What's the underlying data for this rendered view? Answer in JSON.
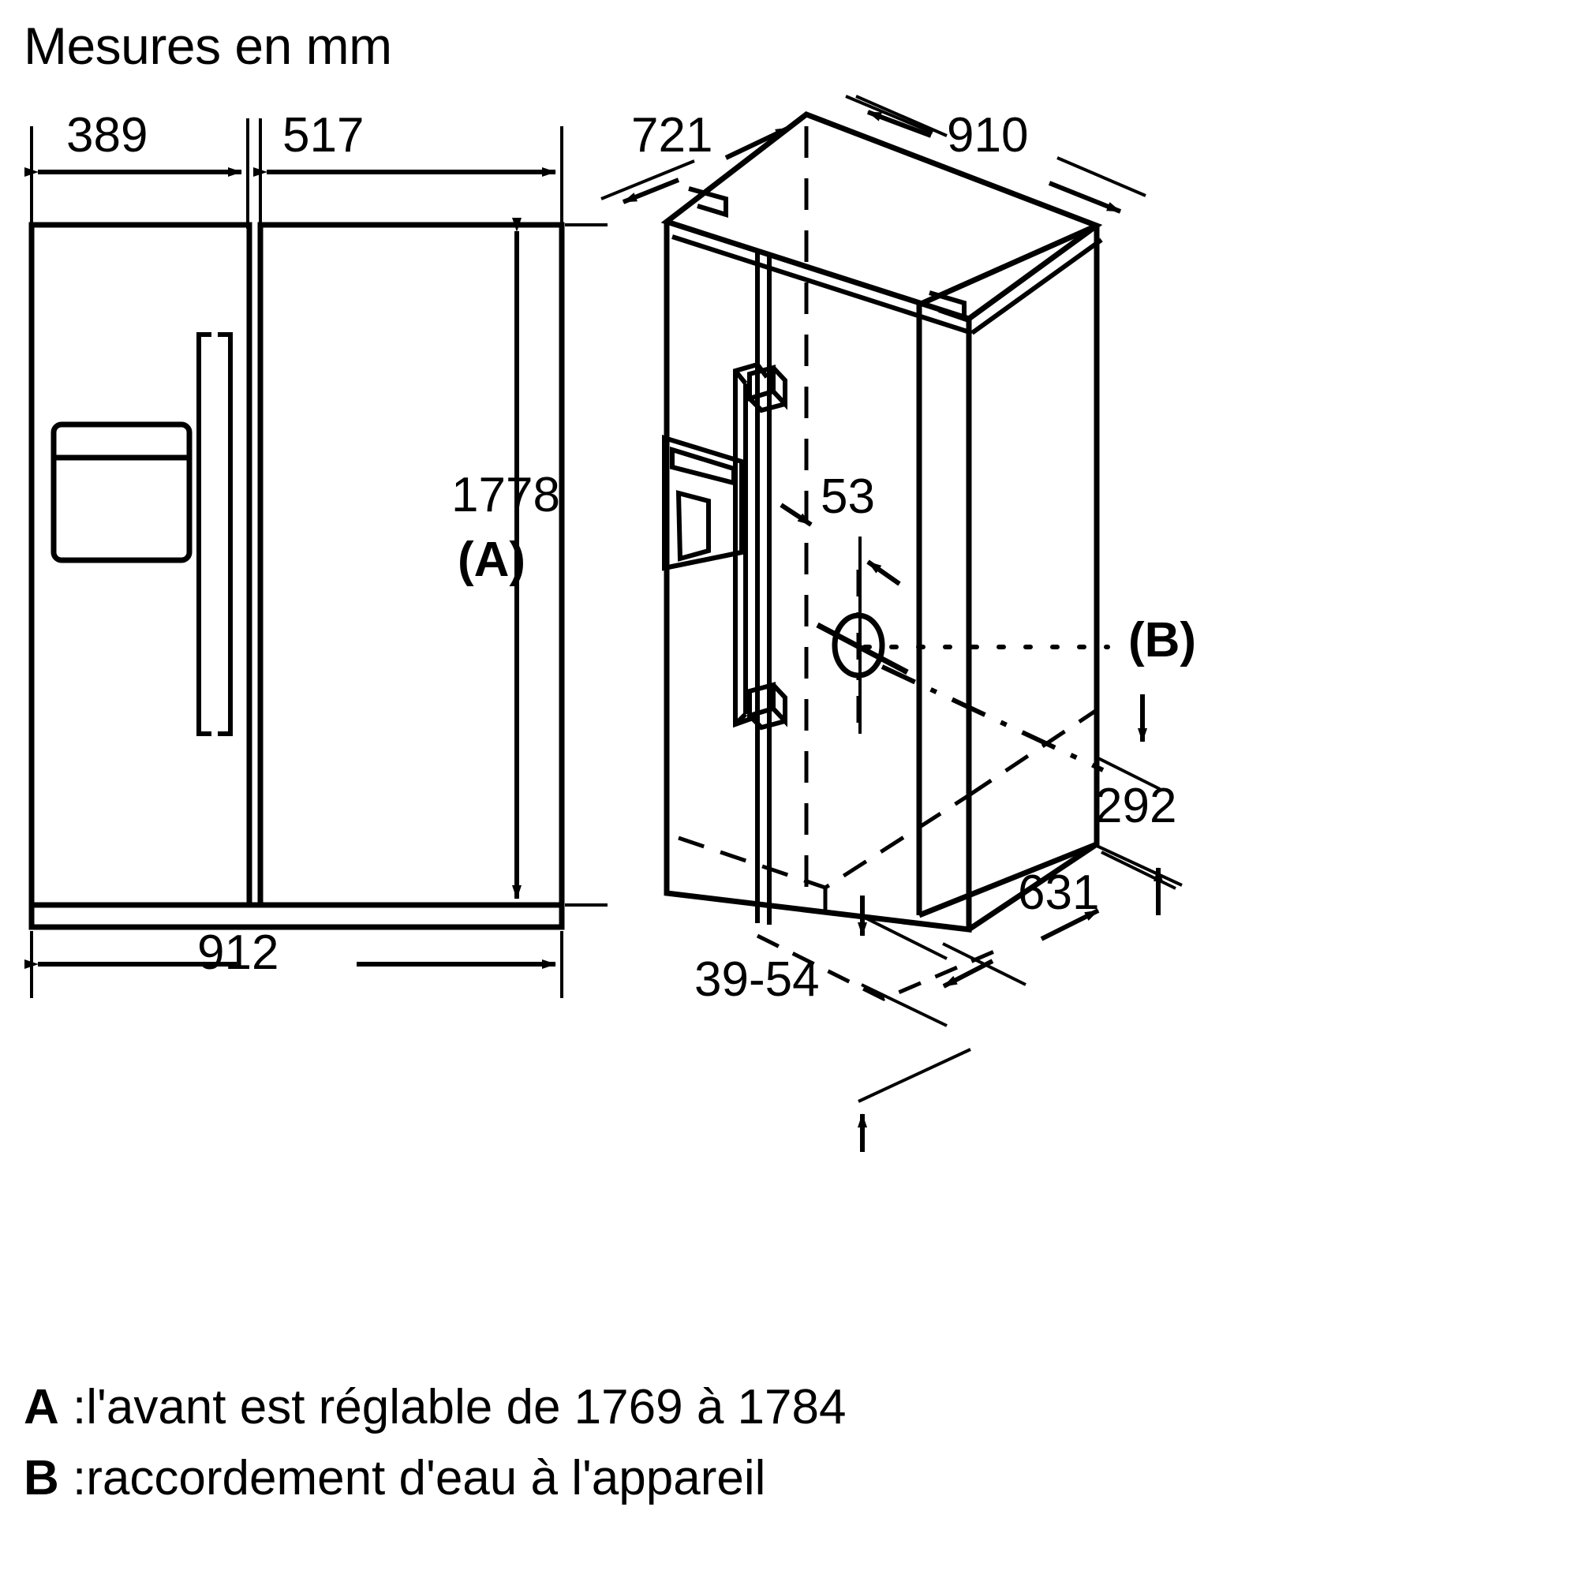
{
  "title": "Mesures en mm",
  "units": "mm",
  "front_view": {
    "dimensions": {
      "left_door_width": "389",
      "right_door_width": "517",
      "height": "1778",
      "height_ref": "(A)",
      "total_width": "912"
    }
  },
  "iso_view": {
    "dimensions": {
      "depth": "721",
      "width": "910",
      "handle_offset": "53",
      "water_connection_ref": "(B)",
      "rear_height": "292",
      "depth_body": "631",
      "foot_height": "39-54"
    }
  },
  "legend": [
    {
      "key": "A",
      "text": ":l'avant est réglable de 1769 à 1784"
    },
    {
      "key": "B",
      "text": ":raccordement d'eau à l'appareil"
    }
  ],
  "colors": {
    "stroke": "#000000",
    "background": "#ffffff"
  },
  "chart_data": {
    "type": "table",
    "title": "Mesures en mm",
    "categories": [
      "389",
      "517",
      "1778",
      "912",
      "721",
      "910",
      "53",
      "292",
      "631",
      "39-54"
    ],
    "values": [
      389,
      517,
      1778,
      912,
      721,
      910,
      53,
      292,
      631,
      39
    ]
  }
}
